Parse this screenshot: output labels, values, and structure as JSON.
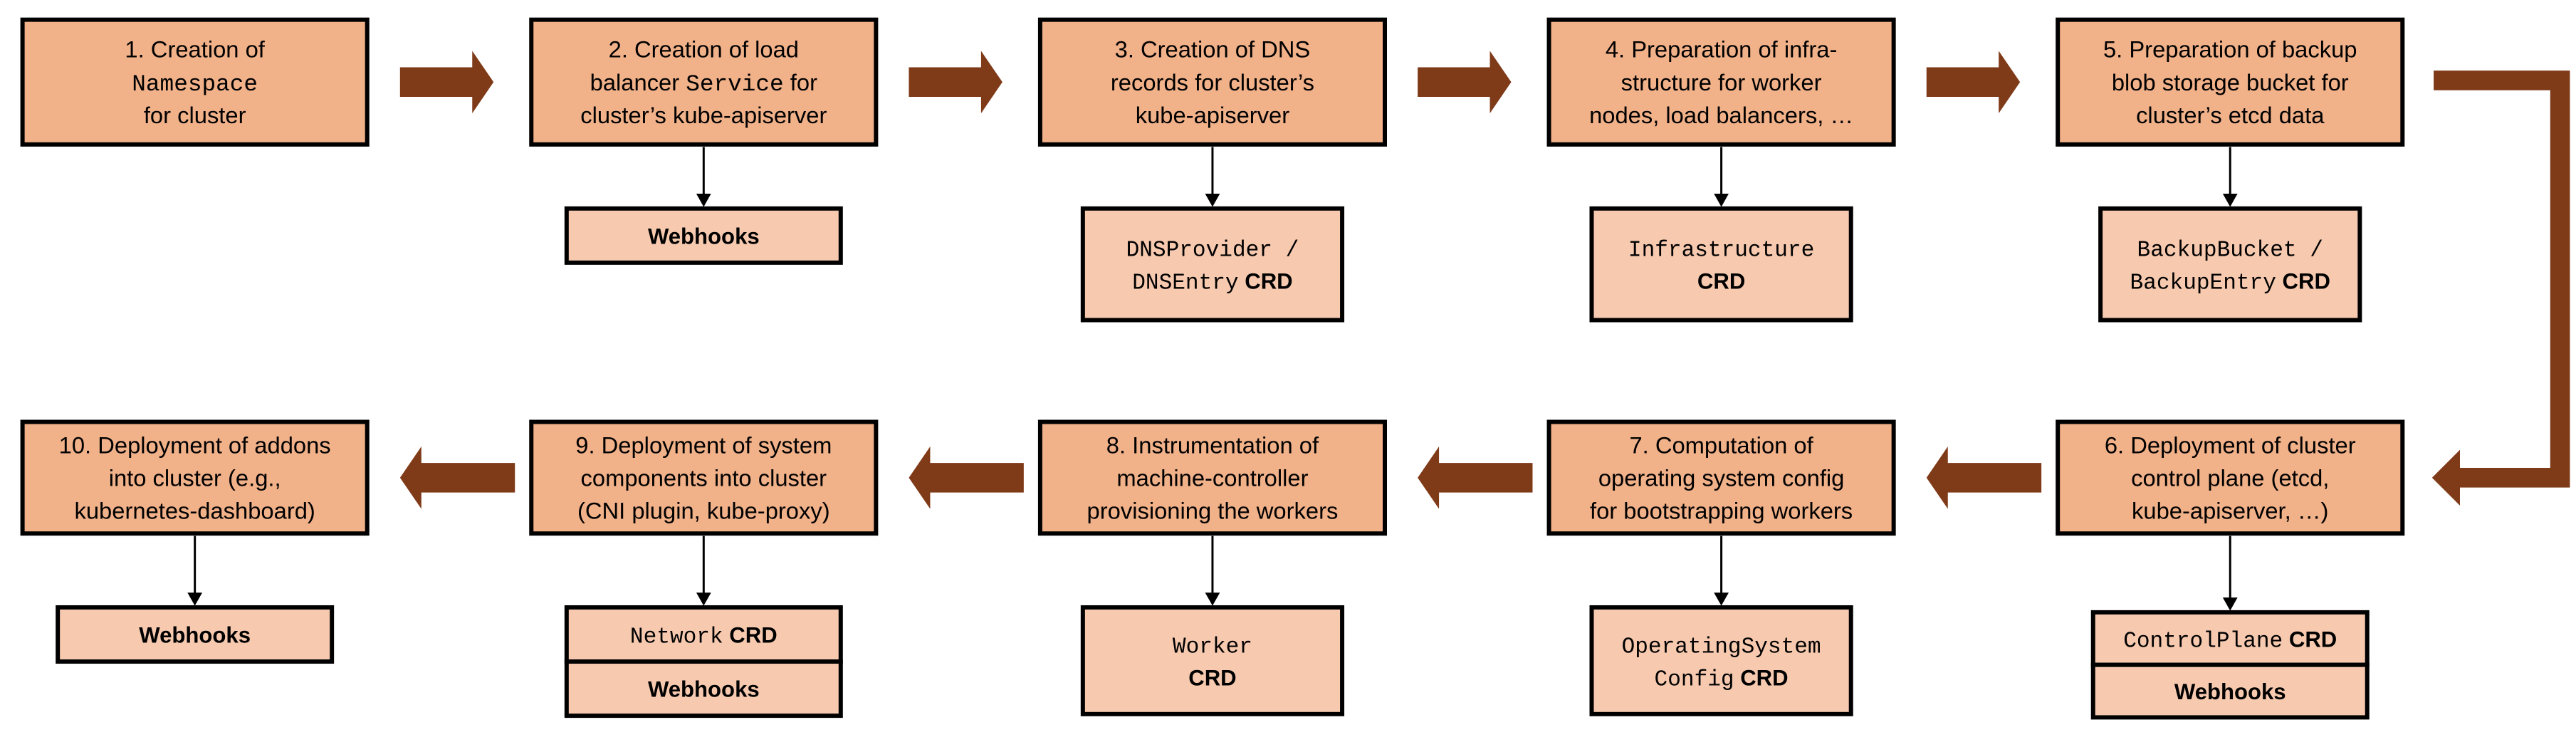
{
  "colors": {
    "step_fill": "#f1b189",
    "resource_fill": "#f7cab0",
    "arrow": "#7f3a18",
    "border": "#000000"
  },
  "steps": [
    {
      "lines": [
        [
          {
            "t": "1. Creation of"
          }
        ],
        [
          {
            "t": "Namespace",
            "mono": true
          }
        ],
        [
          {
            "t": "for cluster"
          }
        ]
      ],
      "resources": []
    },
    {
      "lines": [
        [
          {
            "t": "2. Creation of load"
          }
        ],
        [
          {
            "t": "balancer "
          },
          {
            "t": "Service",
            "mono": true
          },
          {
            "t": " for"
          }
        ],
        [
          {
            "t": "cluster’s kube-apiserver"
          }
        ]
      ],
      "resources": [
        [
          [
            {
              "t": "Webhooks"
            }
          ]
        ]
      ]
    },
    {
      "lines": [
        [
          {
            "t": "3. Creation of DNS"
          }
        ],
        [
          {
            "t": "records for cluster’s"
          }
        ],
        [
          {
            "t": "kube-apiserver"
          }
        ]
      ],
      "resources": [
        [
          [
            {
              "t": "DNSProvider /",
              "mono": true
            }
          ],
          [
            {
              "t": "DNSEntry",
              "mono": true
            },
            {
              "t": " CRD"
            }
          ]
        ]
      ]
    },
    {
      "lines": [
        [
          {
            "t": "4. Preparation of infra-"
          }
        ],
        [
          {
            "t": "structure for worker"
          }
        ],
        [
          {
            "t": "nodes, load balancers, …"
          }
        ]
      ],
      "resources": [
        [
          [
            {
              "t": "Infrastructure",
              "mono": true
            }
          ],
          [
            {
              "t": "CRD"
            }
          ]
        ]
      ]
    },
    {
      "lines": [
        [
          {
            "t": "5. Preparation of backup"
          }
        ],
        [
          {
            "t": "blob storage bucket for"
          }
        ],
        [
          {
            "t": "cluster’s etcd data"
          }
        ]
      ],
      "resources": [
        [
          [
            {
              "t": "BackupBucket /",
              "mono": true
            }
          ],
          [
            {
              "t": "BackupEntry",
              "mono": true
            },
            {
              "t": " CRD"
            }
          ]
        ]
      ]
    },
    {
      "lines": [
        [
          {
            "t": "6. Deployment of cluster"
          }
        ],
        [
          {
            "t": "control plane (etcd,"
          }
        ],
        [
          {
            "t": "kube-apiserver, …)"
          }
        ]
      ],
      "resources": [
        [
          [
            {
              "t": "ControlPlane",
              "mono": true
            },
            {
              "t": " CRD"
            }
          ]
        ],
        [
          [
            {
              "t": "Webhooks"
            }
          ]
        ]
      ]
    },
    {
      "lines": [
        [
          {
            "t": "7. Computation of"
          }
        ],
        [
          {
            "t": "operating system config"
          }
        ],
        [
          {
            "t": "for bootstrapping workers"
          }
        ]
      ],
      "resources": [
        [
          [
            {
              "t": "OperatingSystem",
              "mono": true
            }
          ],
          [
            {
              "t": "Config",
              "mono": true
            },
            {
              "t": " CRD"
            }
          ]
        ]
      ]
    },
    {
      "lines": [
        [
          {
            "t": "8. Instrumentation of"
          }
        ],
        [
          {
            "t": "machine-controller"
          }
        ],
        [
          {
            "t": "provisioning the workers"
          }
        ]
      ],
      "resources": [
        [
          [
            {
              "t": "Worker",
              "mono": true
            }
          ],
          [
            {
              "t": "CRD"
            }
          ]
        ]
      ]
    },
    {
      "lines": [
        [
          {
            "t": "9. Deployment of system"
          }
        ],
        [
          {
            "t": "components into cluster"
          }
        ],
        [
          {
            "t": "(CNI plugin, kube-proxy)"
          }
        ]
      ],
      "resources": [
        [
          [
            {
              "t": "Network",
              "mono": true
            },
            {
              "t": " CRD"
            }
          ]
        ],
        [
          [
            {
              "t": "Webhooks"
            }
          ]
        ]
      ]
    },
    {
      "lines": [
        [
          {
            "t": "10. Deployment of addons"
          }
        ],
        [
          {
            "t": "into cluster (e.g.,"
          }
        ],
        [
          {
            "t": "kubernetes-dashboard)"
          }
        ]
      ],
      "resources": [
        [
          [
            {
              "t": "Webhooks"
            }
          ]
        ]
      ]
    }
  ]
}
